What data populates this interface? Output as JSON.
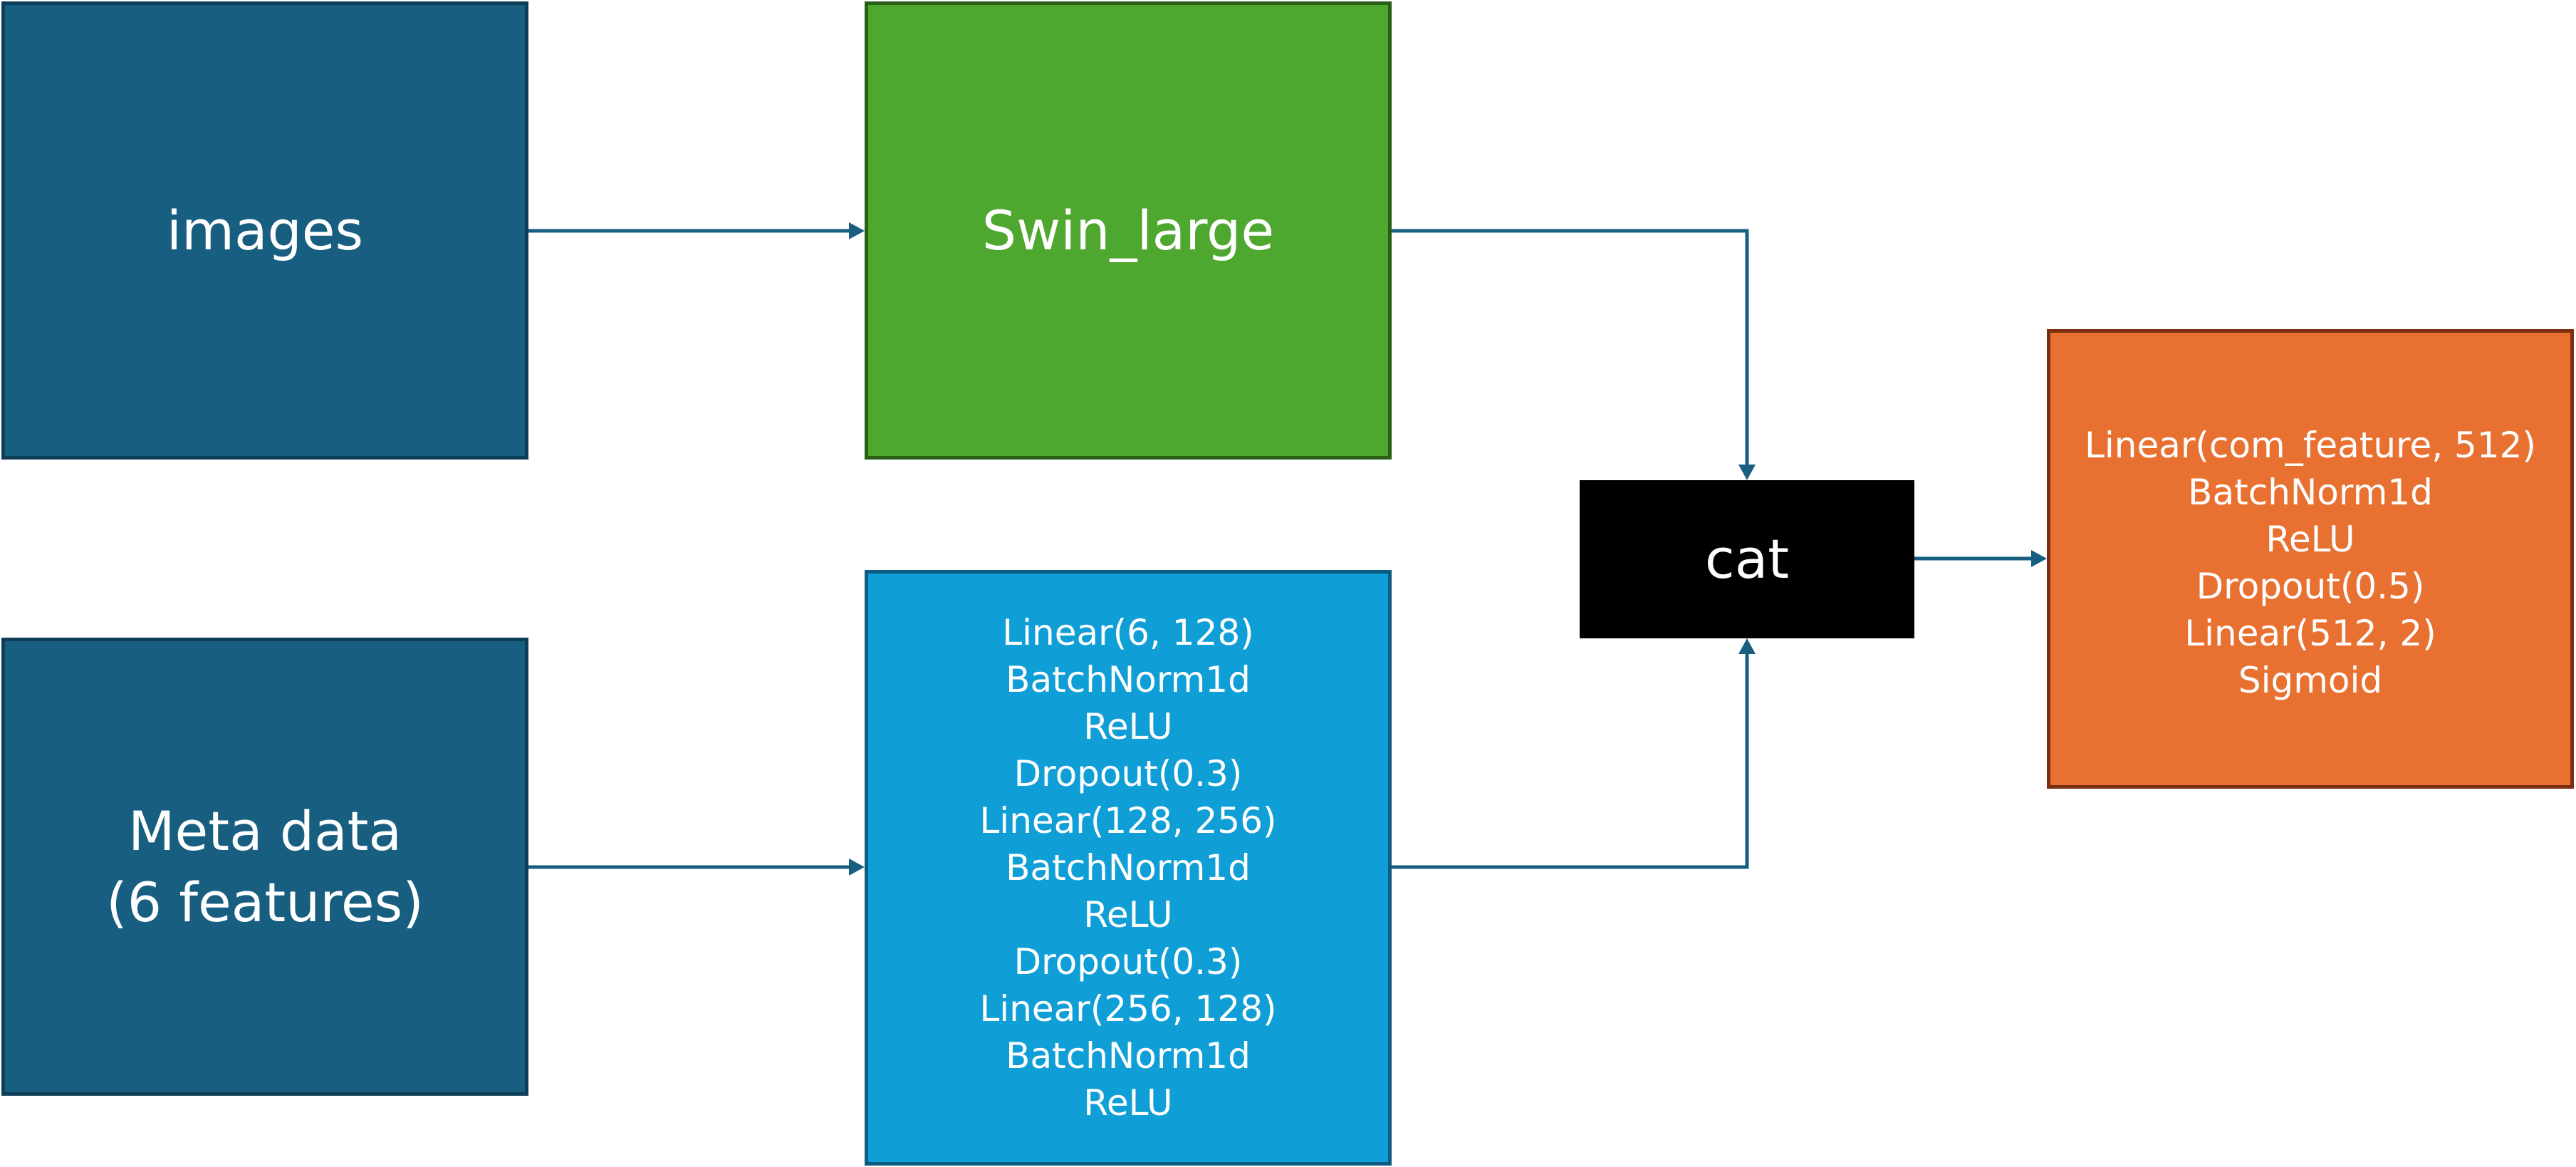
{
  "nodes": {
    "images": {
      "lines": [
        "images"
      ]
    },
    "meta": {
      "lines": [
        "Meta data",
        "(6 features)"
      ]
    },
    "swin": {
      "lines": [
        "Swin_large"
      ]
    },
    "mlp": {
      "lines": [
        "Linear(6, 128)",
        "BatchNorm1d",
        "ReLU",
        "Dropout(0.3)",
        "Linear(128, 256)",
        "BatchNorm1d",
        "ReLU",
        "Dropout(0.3)",
        "Linear(256, 128)",
        "BatchNorm1d",
        "ReLU"
      ]
    },
    "cat": {
      "lines": [
        "cat"
      ]
    },
    "head": {
      "lines": [
        "Linear(com_feature, 512)",
        "BatchNorm1d",
        "ReLU",
        "Dropout(0.5)",
        "Linear(512, 2)",
        "Sigmoid"
      ]
    }
  },
  "edges": [
    {
      "from": "images",
      "to": "swin"
    },
    {
      "from": "meta",
      "to": "mlp"
    },
    {
      "from": "swin",
      "to": "cat"
    },
    {
      "from": "mlp",
      "to": "cat"
    },
    {
      "from": "cat",
      "to": "head"
    }
  ],
  "colors": {
    "input_fill": "#175e80",
    "swin_fill": "#4ea72e",
    "mlp_fill": "#0f9ed5",
    "cat_fill": "#000000",
    "head_fill": "#e87131",
    "arrow": "#175e80"
  }
}
